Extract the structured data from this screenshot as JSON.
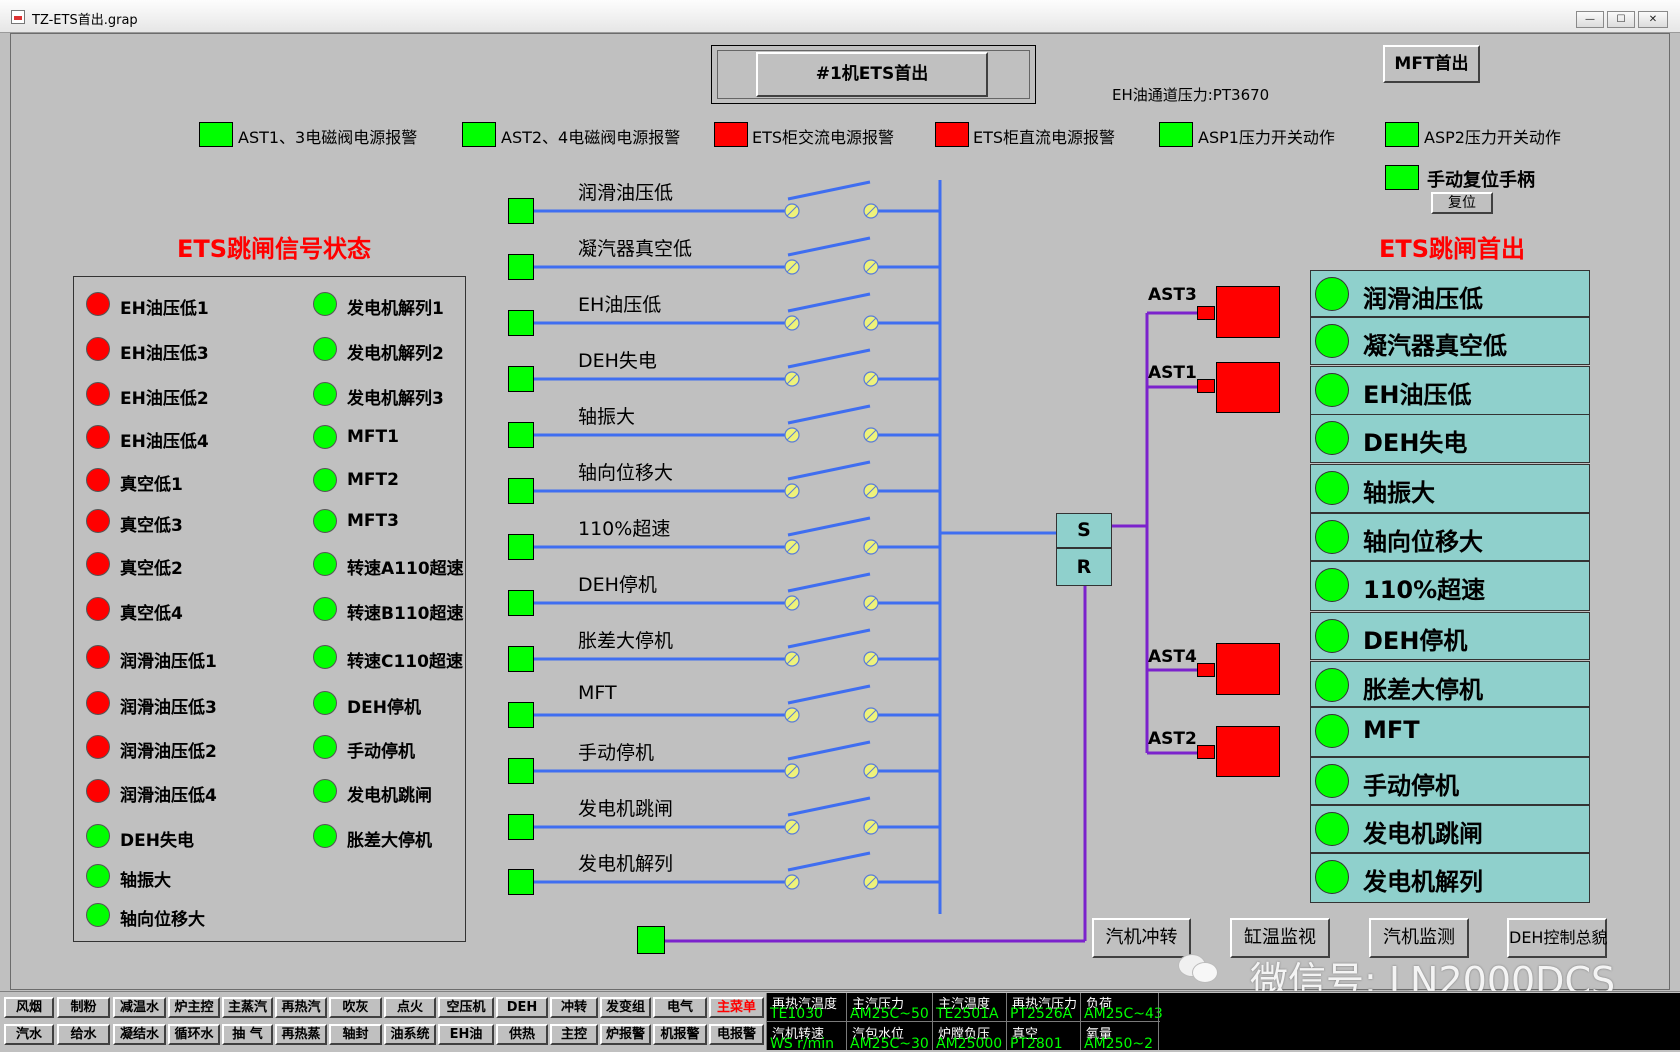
{
  "window": {
    "title": "TZ-ETS首出.grap",
    "min": "—",
    "max": "☐",
    "close": "✕"
  },
  "header": {
    "button": "#1机ETS首出",
    "mft_button": "MFT首出",
    "eh_pressure_label": "EH油通道压力:PT3670"
  },
  "alarms": [
    {
      "label": "AST1、3电磁阀电源报警",
      "color": "#00ff00"
    },
    {
      "label": "AST2、4电磁阀电源报警",
      "color": "#00ff00"
    },
    {
      "label": "ETS柜交流电源报警",
      "color": "#ff0000"
    },
    {
      "label": "ETS柜直流电源报警",
      "color": "#ff0000"
    },
    {
      "label": "ASP1压力开关动作",
      "color": "#00ff00"
    },
    {
      "label": "ASP2压力开关动作",
      "color": "#00ff00"
    }
  ],
  "manual_reset": {
    "label": "手动复位手柄",
    "button": "复位",
    "color": "#00ff00"
  },
  "trip_status": {
    "title": "ETS跳闸信号状态",
    "left": [
      {
        "label": "EH油压低1",
        "color": "#ff0000"
      },
      {
        "label": "EH油压低3",
        "color": "#ff0000"
      },
      {
        "label": "EH油压低2",
        "color": "#ff0000"
      },
      {
        "label": "EH油压低4",
        "color": "#ff0000"
      },
      {
        "label": "真空低1",
        "color": "#ff0000"
      },
      {
        "label": "真空低3",
        "color": "#ff0000"
      },
      {
        "label": "真空低2",
        "color": "#ff0000"
      },
      {
        "label": "真空低4",
        "color": "#ff0000"
      },
      {
        "label": "润滑油压低1",
        "color": "#ff0000"
      },
      {
        "label": "润滑油压低3",
        "color": "#ff0000"
      },
      {
        "label": "润滑油压低2",
        "color": "#ff0000"
      },
      {
        "label": "润滑油压低4",
        "color": "#ff0000"
      },
      {
        "label": "DEH失电",
        "color": "#00ff00"
      },
      {
        "label": "轴振大",
        "color": "#00ff00"
      },
      {
        "label": "轴向位移大",
        "color": "#00ff00"
      }
    ],
    "right": [
      {
        "label": "发电机解列1",
        "color": "#00ff00"
      },
      {
        "label": "发电机解列2",
        "color": "#00ff00"
      },
      {
        "label": "发电机解列3",
        "color": "#00ff00"
      },
      {
        "label": "MFT1",
        "color": "#00ff00"
      },
      {
        "label": "MFT2",
        "color": "#00ff00"
      },
      {
        "label": "MFT3",
        "color": "#00ff00"
      },
      {
        "label": "转速A110超速",
        "color": "#00ff00"
      },
      {
        "label": "转速B110超速",
        "color": "#00ff00"
      },
      {
        "label": "转速C110超速",
        "color": "#00ff00"
      },
      {
        "label": "DEH停机",
        "color": "#00ff00"
      },
      {
        "label": "手动停机",
        "color": "#00ff00"
      },
      {
        "label": "发电机跳闸",
        "color": "#00ff00"
      },
      {
        "label": "胀差大停机",
        "color": "#00ff00"
      }
    ]
  },
  "logic_signals": [
    "润滑油压低",
    "凝汽器真空低",
    "EH油压低",
    "DEH失电",
    "轴振大",
    "轴向位移大",
    "110%超速",
    "DEH停机",
    "胀差大停机",
    "MFT",
    "手动停机",
    "发电机跳闸",
    "发电机解列"
  ],
  "flipflop": {
    "s": "S",
    "r": "R"
  },
  "ast": [
    "AST3",
    "AST1",
    "AST4",
    "AST2"
  ],
  "first_out": {
    "title": "ETS跳闸首出",
    "items": [
      "润滑油压低",
      "凝汽器真空低",
      "EH油压低",
      "DEH失电",
      "轴振大",
      "轴向位移大",
      "110%超速",
      "DEH停机",
      "胀差大停机",
      "MFT",
      "手动停机",
      "发电机跳闸",
      "发电机解列"
    ]
  },
  "nav_buttons": [
    "汽机冲转",
    "缸温监视",
    "汽机监测",
    "DEH控制总貌"
  ],
  "watermark": "微信号: LN2000DCS",
  "taskbar": {
    "row1": [
      "风烟",
      "制粉",
      "减温水",
      "炉主控",
      "主蒸汽",
      "再热汽",
      "吹灰",
      "点火",
      "空压机",
      "DEH",
      "冲转",
      "发变组",
      "电气",
      "主菜单"
    ],
    "row2": [
      "汽水",
      "给水",
      "凝结水",
      "循环水",
      "抽 气",
      "再热蒸",
      "轴封",
      "油系统",
      "EH油",
      "供热",
      "主控",
      "炉报警",
      "机报警",
      "电报警"
    ],
    "main_menu_color": "#ff0000"
  },
  "status_grid": {
    "top": [
      {
        "head": "再热汽温度",
        "val": "TE1030"
      },
      {
        "head": "主汽压力",
        "val": "AM25C~50"
      },
      {
        "head": "主汽温度",
        "val": "TE2501A"
      },
      {
        "head": "再热汽压力",
        "val": "PT2526A"
      },
      {
        "head": "负荷",
        "val": "AM25C~43"
      }
    ],
    "bottom": [
      {
        "head": "汽机转速",
        "val": "WS r/min"
      },
      {
        "head": "汽包水位",
        "val": "AM25C~30"
      },
      {
        "head": "炉膛负压",
        "val": "AM25000"
      },
      {
        "head": "真空",
        "val": "PT2801"
      },
      {
        "head": "氧量",
        "val": "AM250~2"
      }
    ]
  }
}
